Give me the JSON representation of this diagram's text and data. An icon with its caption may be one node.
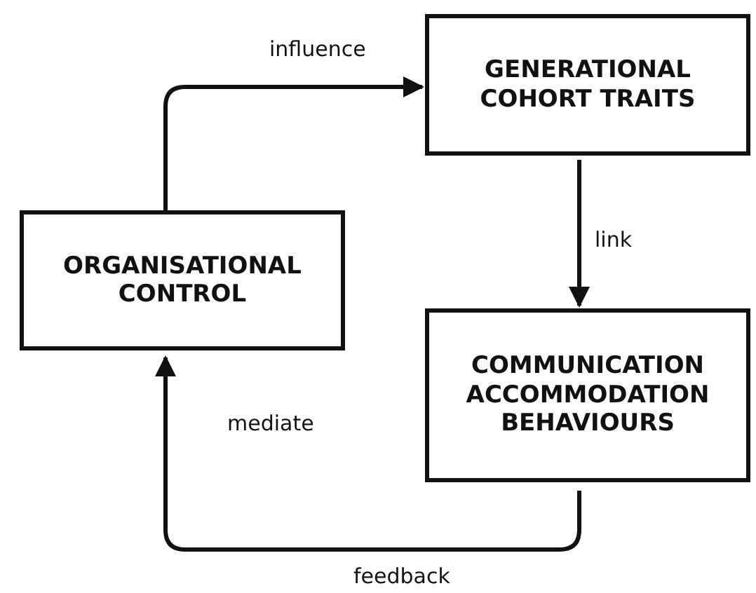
{
  "diagram": {
    "nodes": [
      {
        "text": [
          "ORGANISATIONAL CONTROL"
        ]
      },
      {
        "text": [
          "GENERATIONAL COHORT TRAITS"
        ]
      },
      {
        "text": [
          "COMMUNICATION ACCOMMODATION BEHAVIOURS"
        ]
      }
    ],
    "edges": [
      {
        "from": 0,
        "to": 1,
        "arrow": "to",
        "label": "influence"
      },
      {
        "from": 1,
        "to": 2,
        "arrow": "to",
        "label": "link"
      },
      {
        "from": 2,
        "to": 0,
        "arrow": "to",
        "label": "feedback"
      }
    ],
    "labels": [
      "mediate"
    ]
  }
}
